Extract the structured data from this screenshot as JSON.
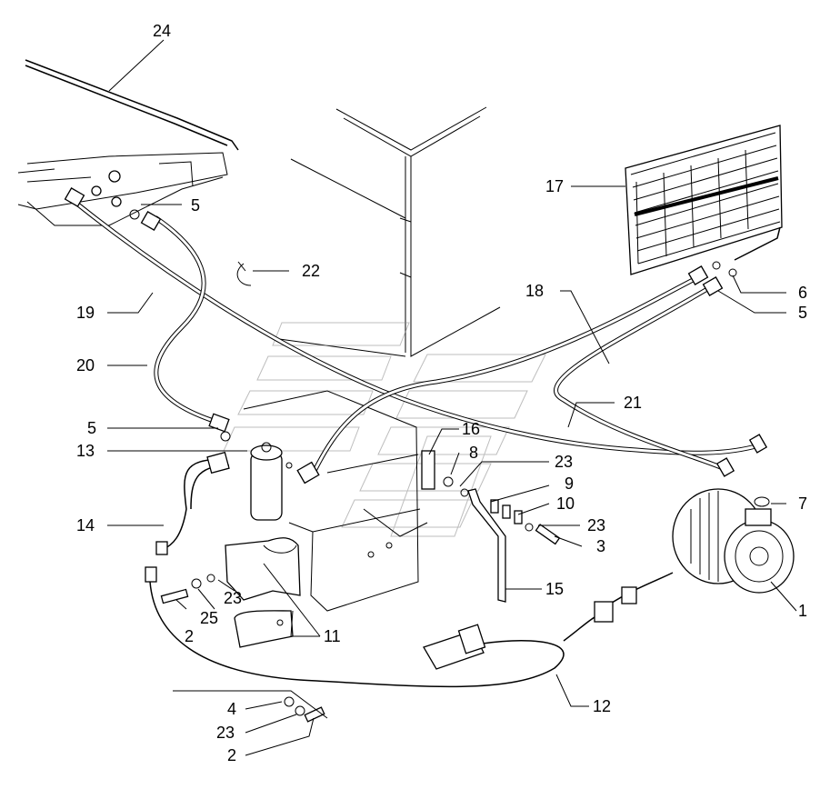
{
  "callouts": [
    "24",
    "5",
    "22",
    "19",
    "20",
    "5",
    "13",
    "14",
    "16",
    "8",
    "23",
    "9",
    "10",
    "23",
    "3",
    "15",
    "17",
    "18",
    "6",
    "5",
    "21",
    "7",
    "1",
    "12",
    "11",
    "2",
    "25",
    "23",
    "4",
    "23",
    "2"
  ]
}
